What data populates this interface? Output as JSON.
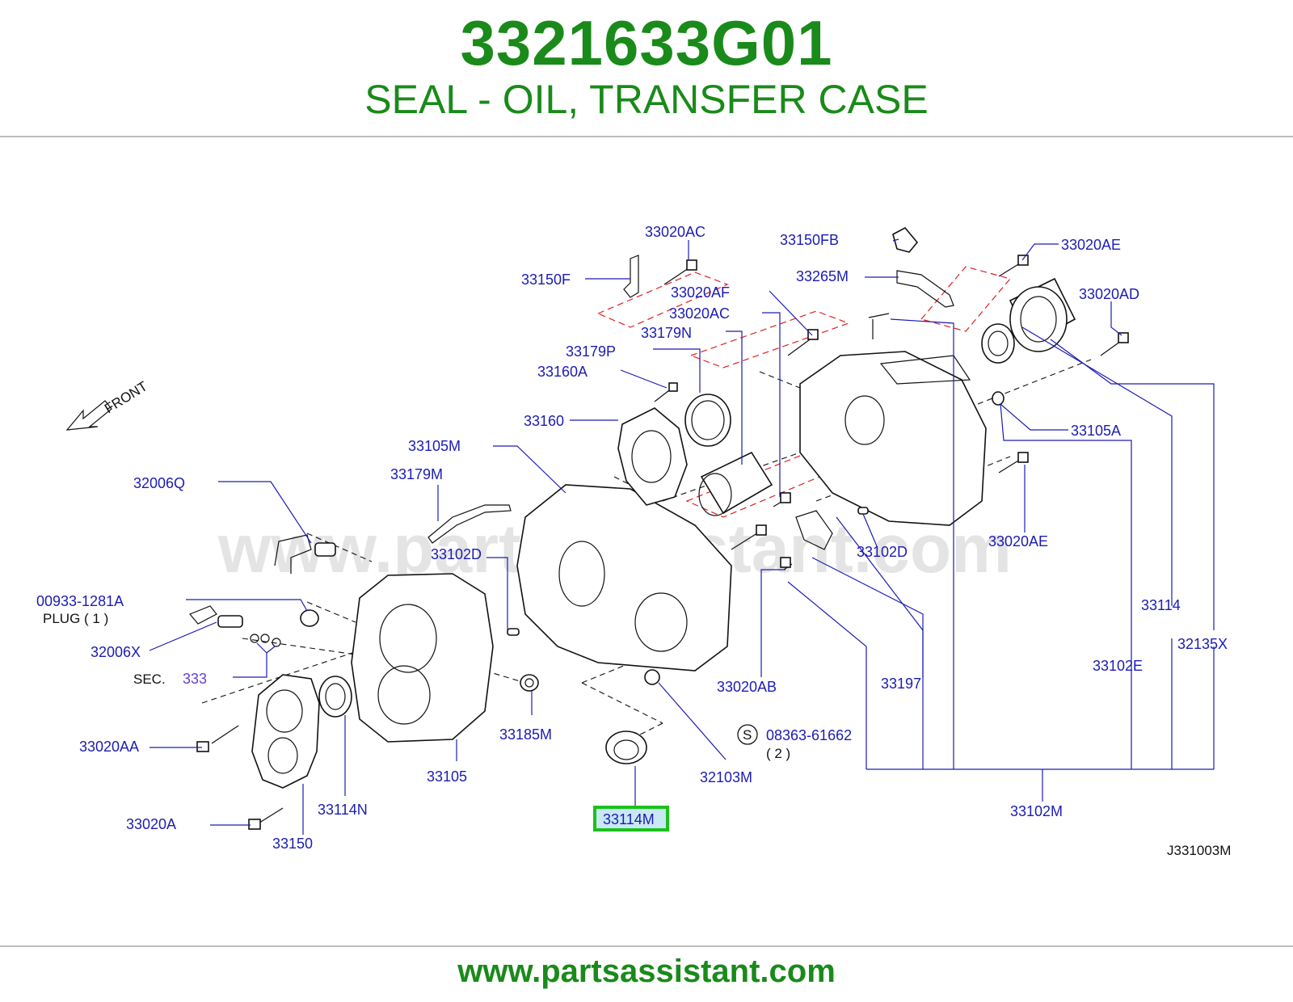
{
  "header": {
    "part_number": "3321633G01",
    "description": "SEAL - OIL, TRANSFER CASE"
  },
  "footer": {
    "url": "www.partsassistant.com"
  },
  "diagram": {
    "watermark": "www.partsassistant.com",
    "figure_code": "J331003M",
    "front_label": "FRONT",
    "plug_label": "PLUG ( 1 )",
    "sec_label": "SEC.",
    "sec_number": "333",
    "s_symbol": "S",
    "std_qty": "( 2 )",
    "highlighted_callout": "33114M",
    "callouts": {
      "c33020AC_top": "33020AC",
      "c33150FB": "33150FB",
      "c33020AE_top": "33020AE",
      "c33150F": "33150F",
      "c33020AF": "33020AF",
      "c33265M": "33265M",
      "c33020AD": "33020AD",
      "c33020AC_mid": "33020AC",
      "c33179N": "33179N",
      "c33179P": "33179P",
      "c33160A": "33160A",
      "c33160": "33160",
      "c33105A": "33105A",
      "c33105M": "33105M",
      "c33179M": "33179M",
      "c32006Q": "32006Q",
      "c33020AE_mid": "33020AE",
      "c33102D_left": "33102D",
      "c33102D_right": "33102D",
      "c00933": "00933-1281A",
      "c33114": "33114",
      "c32006X": "32006X",
      "c32135X": "32135X",
      "c33102E": "33102E",
      "c33020AB": "33020AB",
      "c33197": "33197",
      "c33185M": "33185M",
      "c08363": "08363-61662",
      "c33020AA": "33020AA",
      "c33105": "33105",
      "c32103M": "32103M",
      "c33114N": "33114N",
      "c33102M": "33102M",
      "c33020A": "33020A",
      "c33150": "33150"
    }
  },
  "colors": {
    "brand_green": "#1a8a1a",
    "callout_blue": "#1c1cb4",
    "highlight_green": "#19c219",
    "highlight_fill": "#c8e8f4"
  }
}
